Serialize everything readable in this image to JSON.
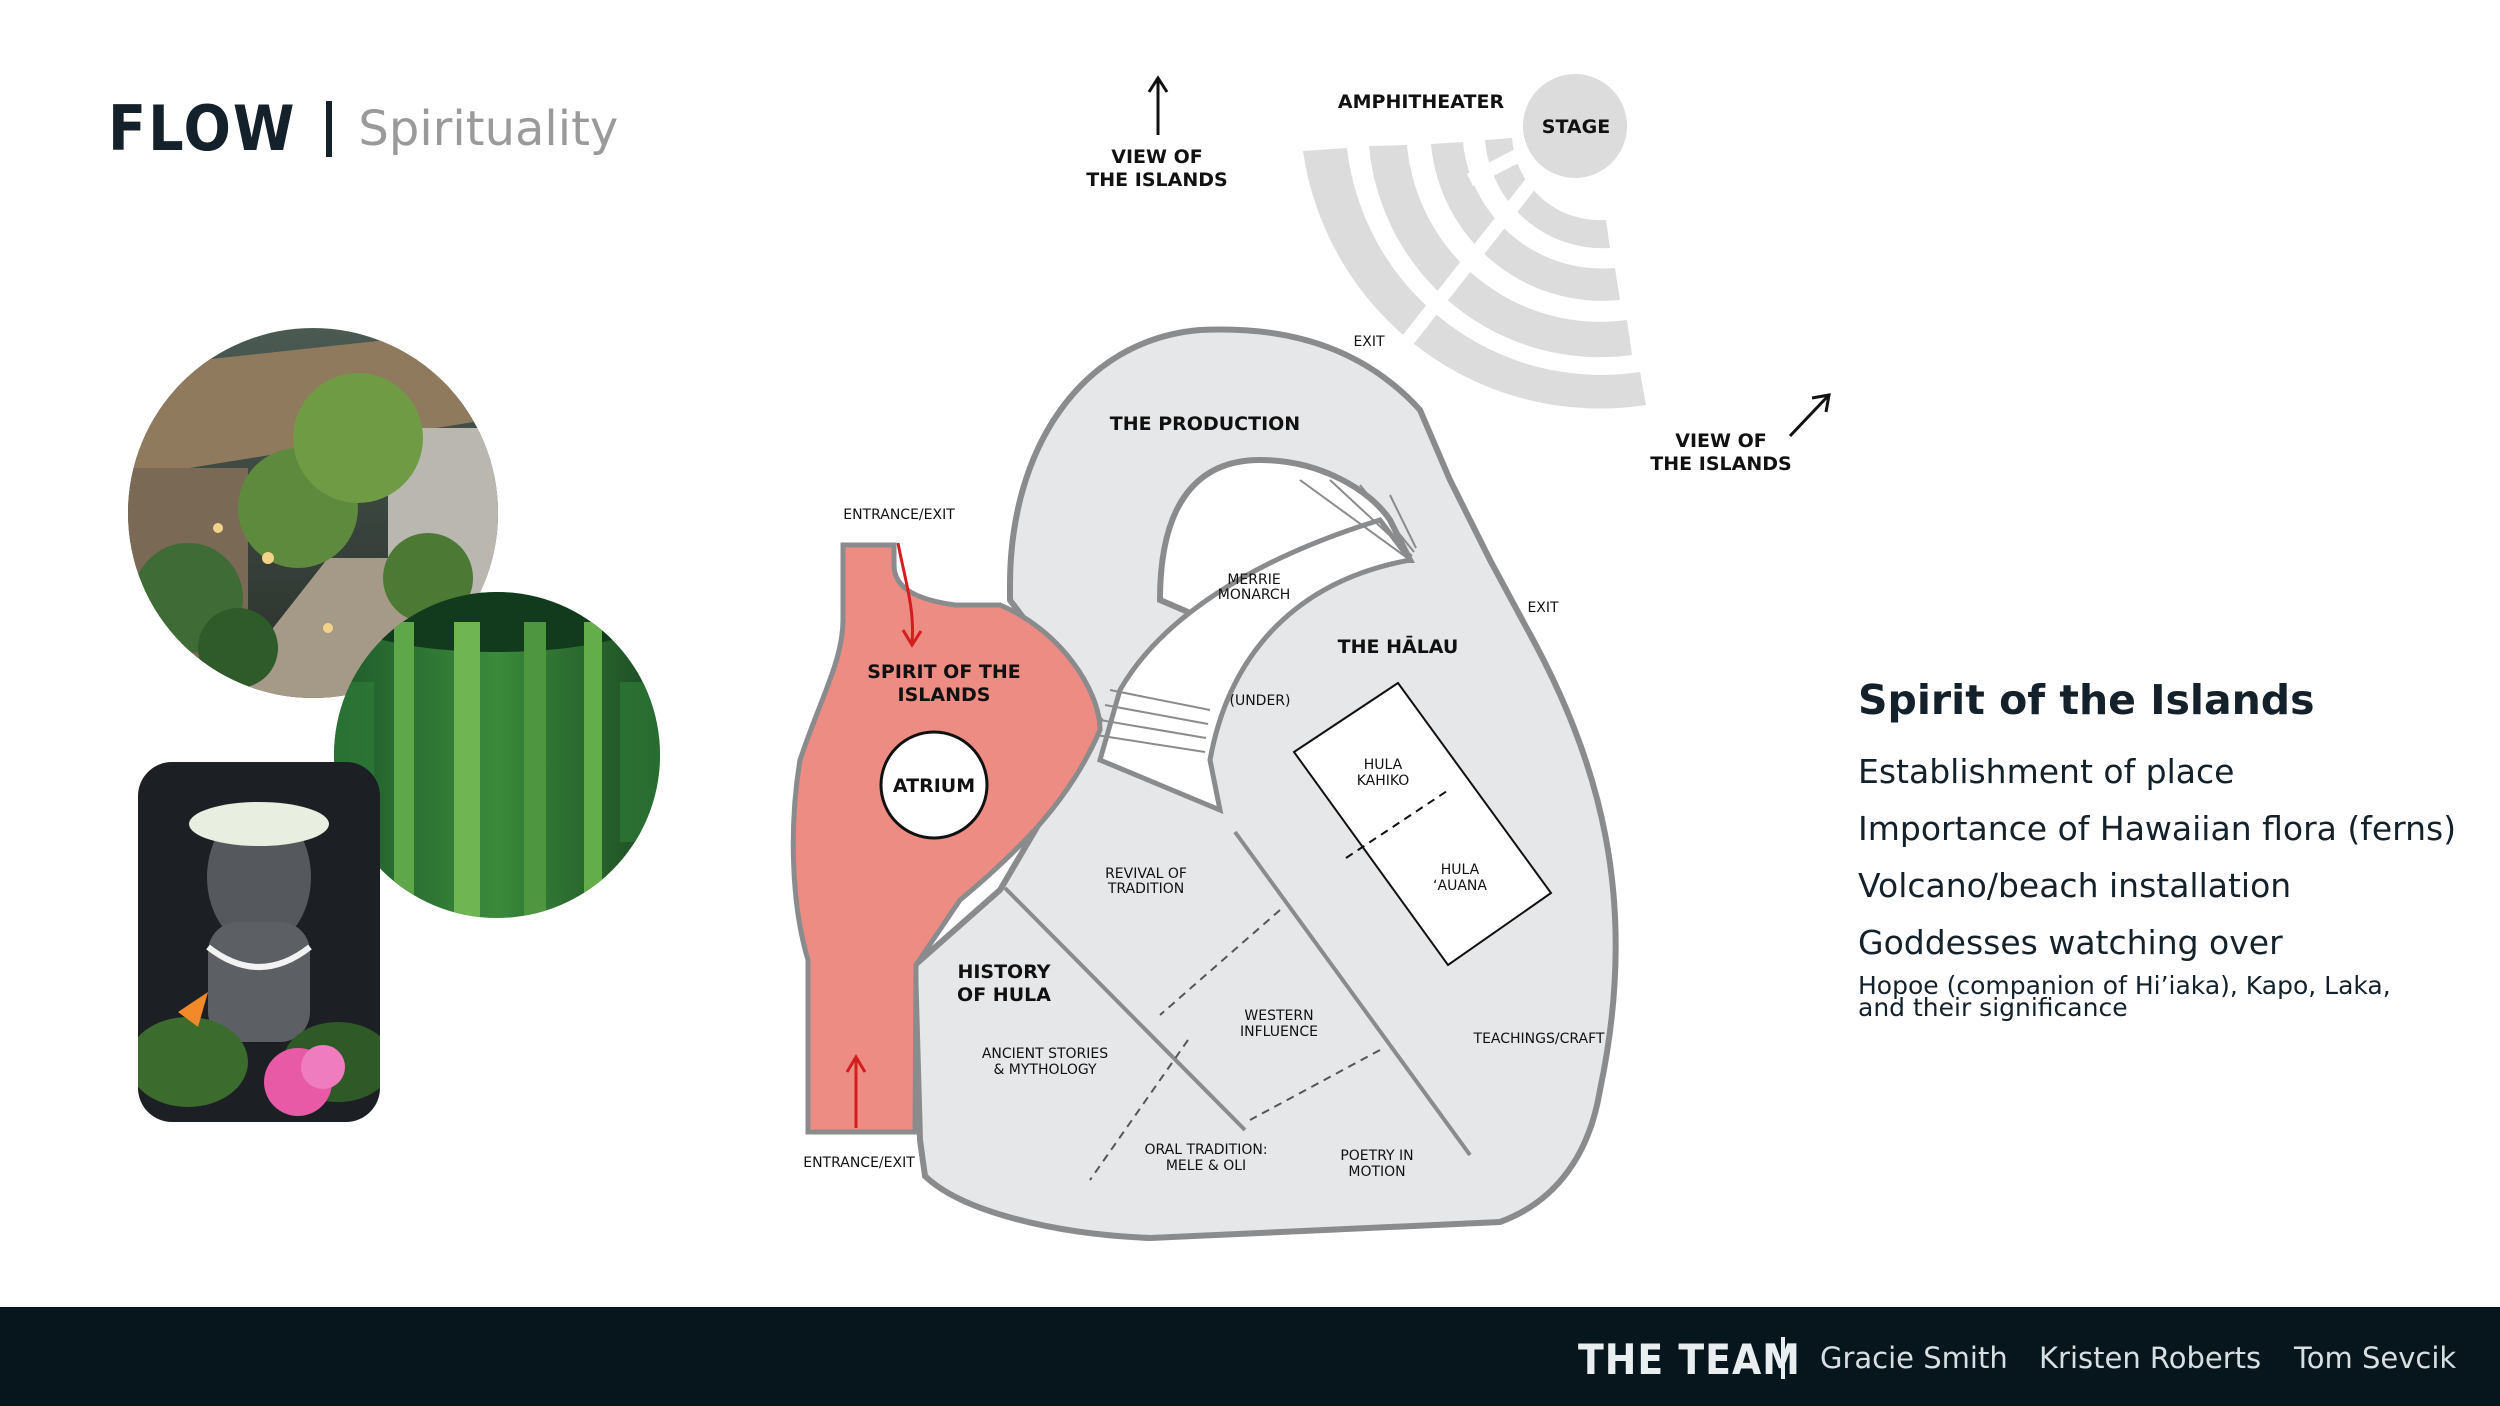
{
  "header": {
    "title": "FLOW",
    "subtitle": "Spirituality"
  },
  "photos": [
    {
      "name": "courtyard-photo",
      "shape": "circle"
    },
    {
      "name": "green-wall-photo",
      "shape": "circle"
    },
    {
      "name": "tiki-statue-photo",
      "shape": "rounded-rect"
    }
  ],
  "diagram": {
    "labels": {
      "view_top": [
        "VIEW OF",
        "THE ISLANDS"
      ],
      "view_right": [
        "VIEW OF",
        "THE ISLANDS"
      ],
      "amphitheater": "AMPHITHEATER",
      "stage": "STAGE",
      "exit_top": "EXIT",
      "exit_right": "EXIT",
      "production": "THE PRODUCTION",
      "entrance_top": "ENTRANCE/EXIT",
      "entrance_bottom": "ENTRANCE/EXIT",
      "merrie": [
        "MERRIE",
        "MONARCH"
      ],
      "spirit": [
        "SPIRIT OF THE",
        "ISLANDS"
      ],
      "atrium": "ATRIUM",
      "halau": "THE HĀLAU",
      "under": "(UNDER)",
      "kahiko": [
        "HULA",
        "KAHIKO"
      ],
      "auana": [
        "HULA",
        "ʻAUANA"
      ],
      "revival": [
        "REVIVAL OF",
        "TRADITION"
      ],
      "history": [
        "HISTORY",
        "OF HULA"
      ],
      "western": [
        "WESTERN",
        "INFLUENCE"
      ],
      "teachings": "TEACHINGS/CRAFT",
      "ancient": [
        "ANCIENT STORIES",
        "& MYTHOLOGY"
      ],
      "oral": [
        "ORAL TRADITION:",
        "MELE & OLI"
      ],
      "poetry": [
        "POETRY IN",
        "MOTION"
      ]
    },
    "colors": {
      "highlight": "#ec8c82",
      "zone": "#e6e7e8",
      "wall": "#8a8b8d",
      "arrow": "#d21e1e"
    }
  },
  "sidebar": {
    "heading": "Spirit of the Islands",
    "items": [
      "Establishment of place",
      "Importance of Hawaiian flora (ferns)",
      "Volcano/beach installation",
      "Goddesses watching over"
    ],
    "detail": [
      "Hopoe (companion of Hi’iaka), Kapo, Laka,",
      "and their significance"
    ]
  },
  "footer": {
    "team": "THE TEAM",
    "members": [
      "Gracie Smith",
      "Kristen Roberts",
      "Tom Sevcik"
    ]
  }
}
